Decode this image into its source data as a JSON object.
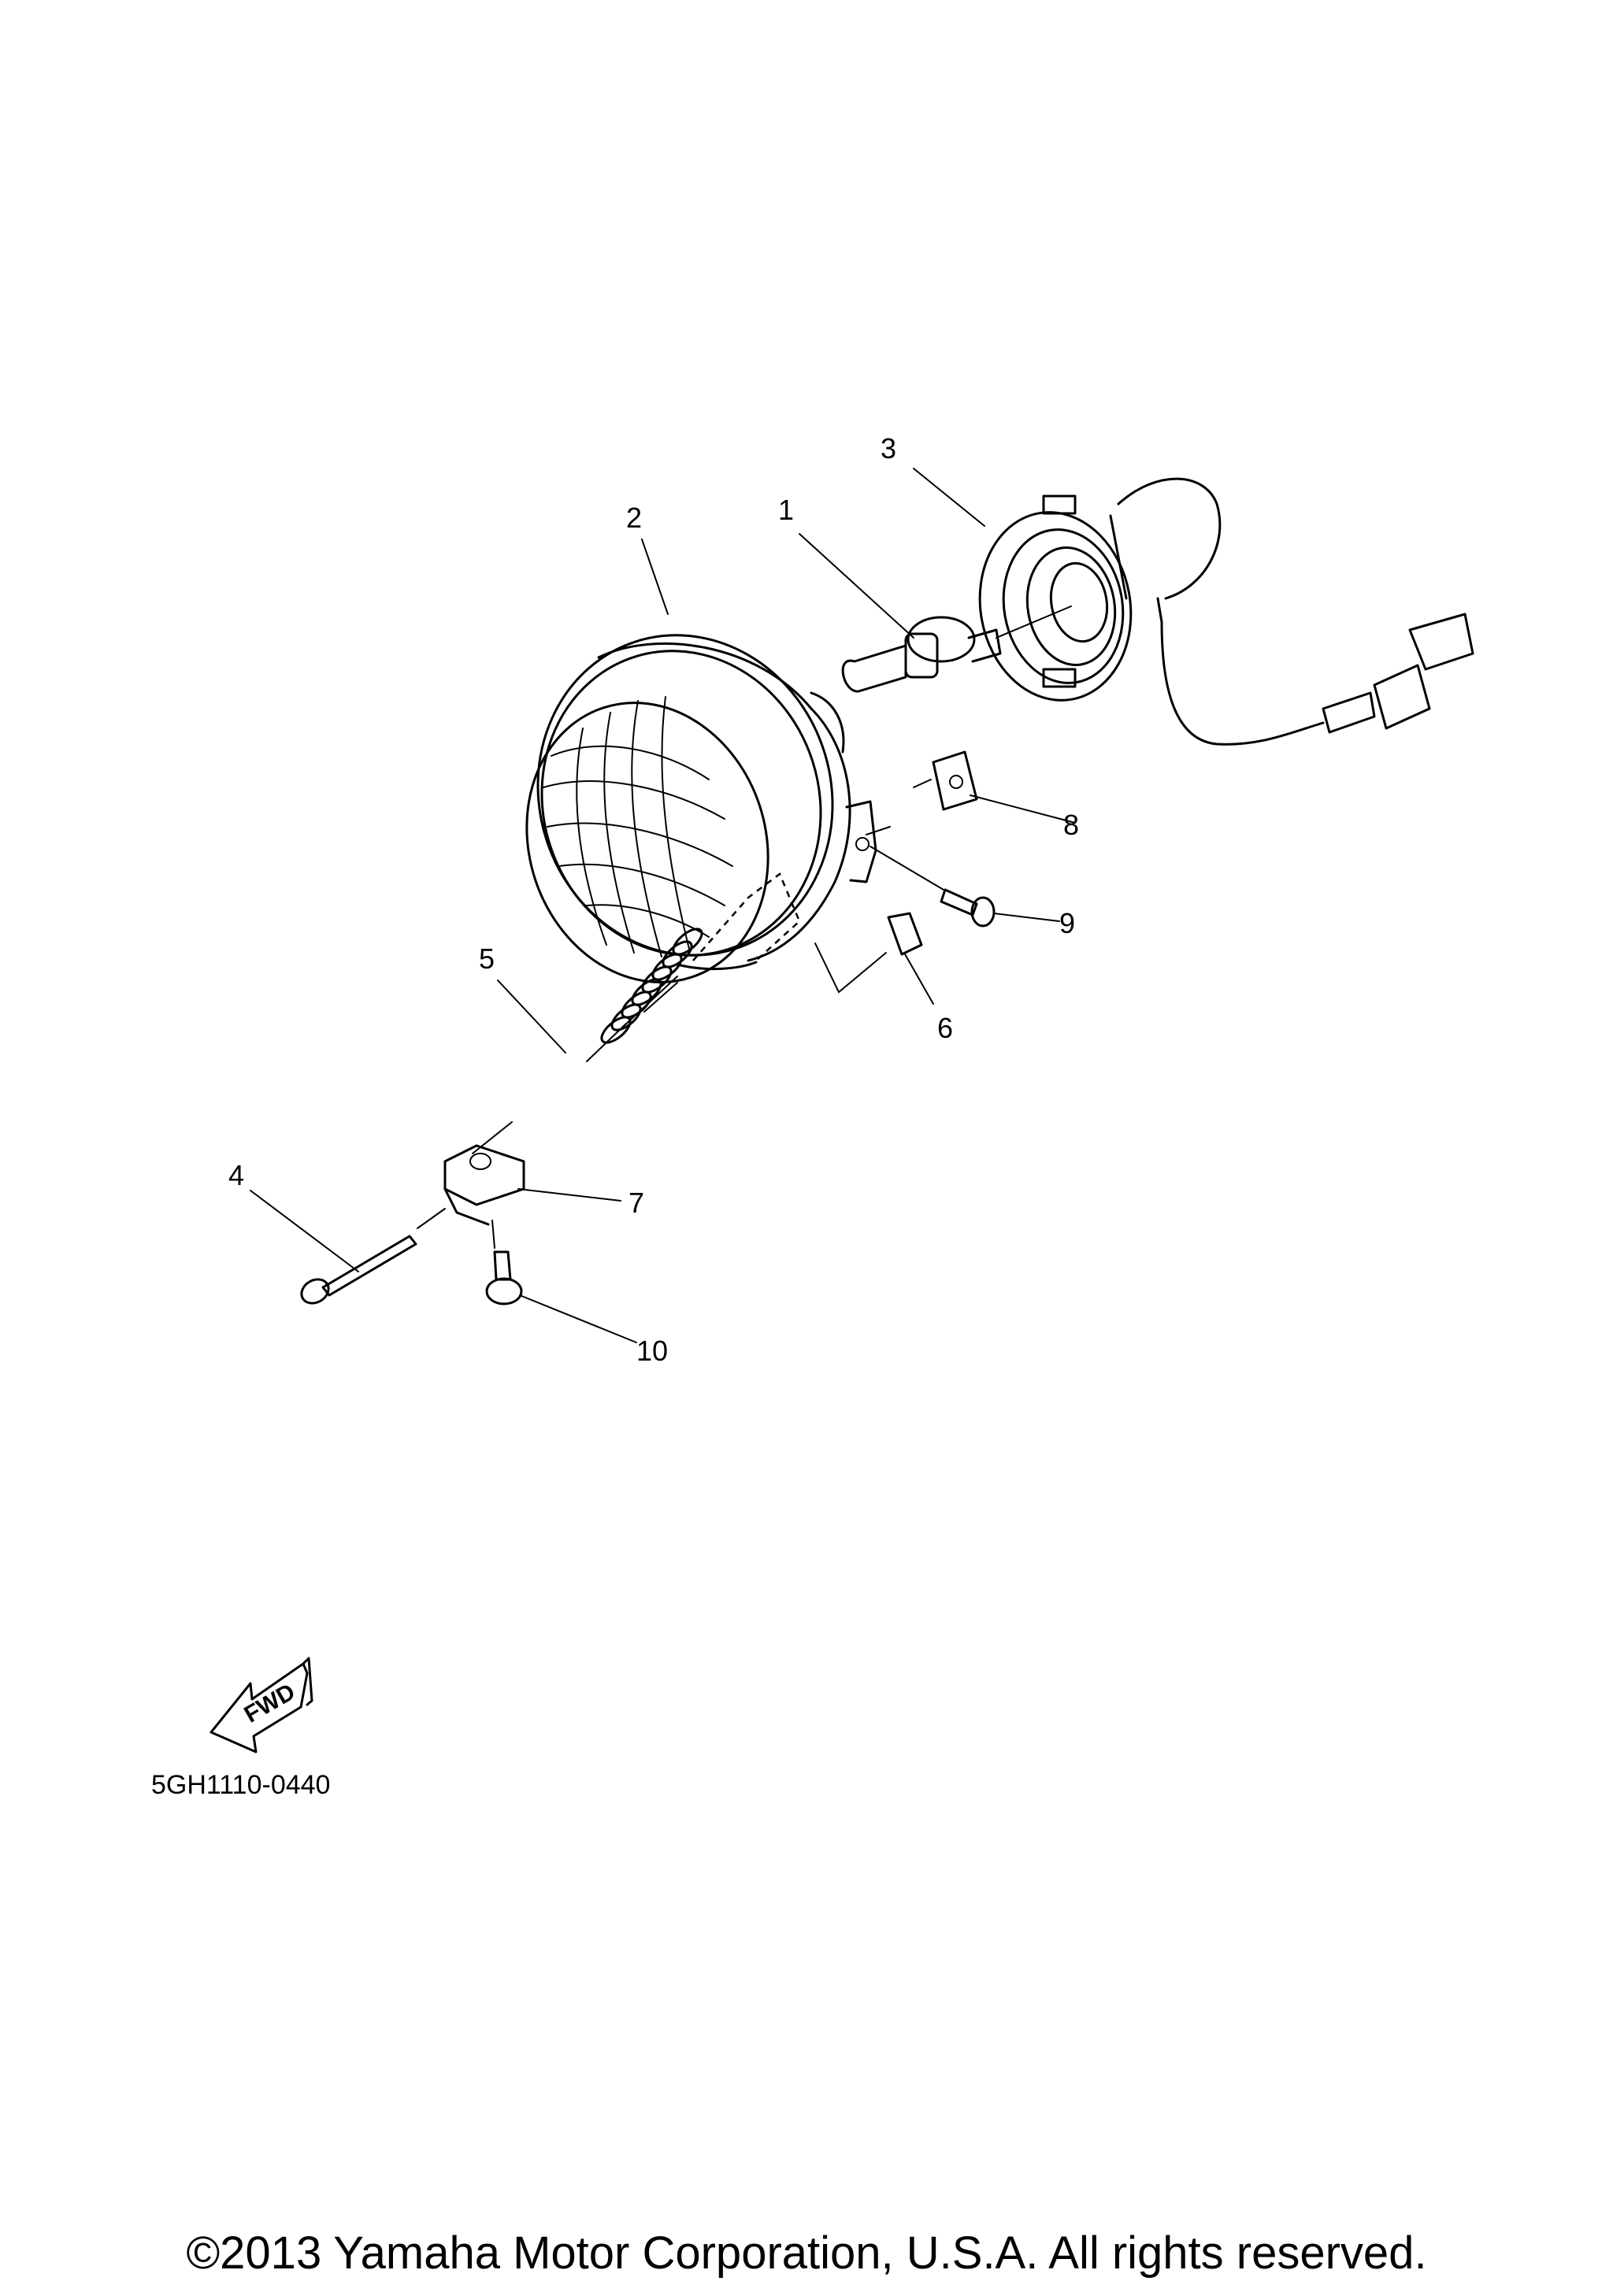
{
  "diagram": {
    "parts": [
      {
        "number": "1",
        "label": "1"
      },
      {
        "number": "2",
        "label": "2"
      },
      {
        "number": "3",
        "label": "3"
      },
      {
        "number": "4",
        "label": "4"
      },
      {
        "number": "5",
        "label": "5"
      },
      {
        "number": "6",
        "label": "6"
      },
      {
        "number": "7",
        "label": "7"
      },
      {
        "number": "8",
        "label": "8"
      },
      {
        "number": "9",
        "label": "9"
      },
      {
        "number": "10",
        "label": "10"
      }
    ],
    "fwd_label": "FWD",
    "diagram_code": "5GH1110-0440"
  },
  "footer": {
    "copyright": "©2013 Yamaha Motor Corporation, U.S.A. All rights reserved."
  }
}
